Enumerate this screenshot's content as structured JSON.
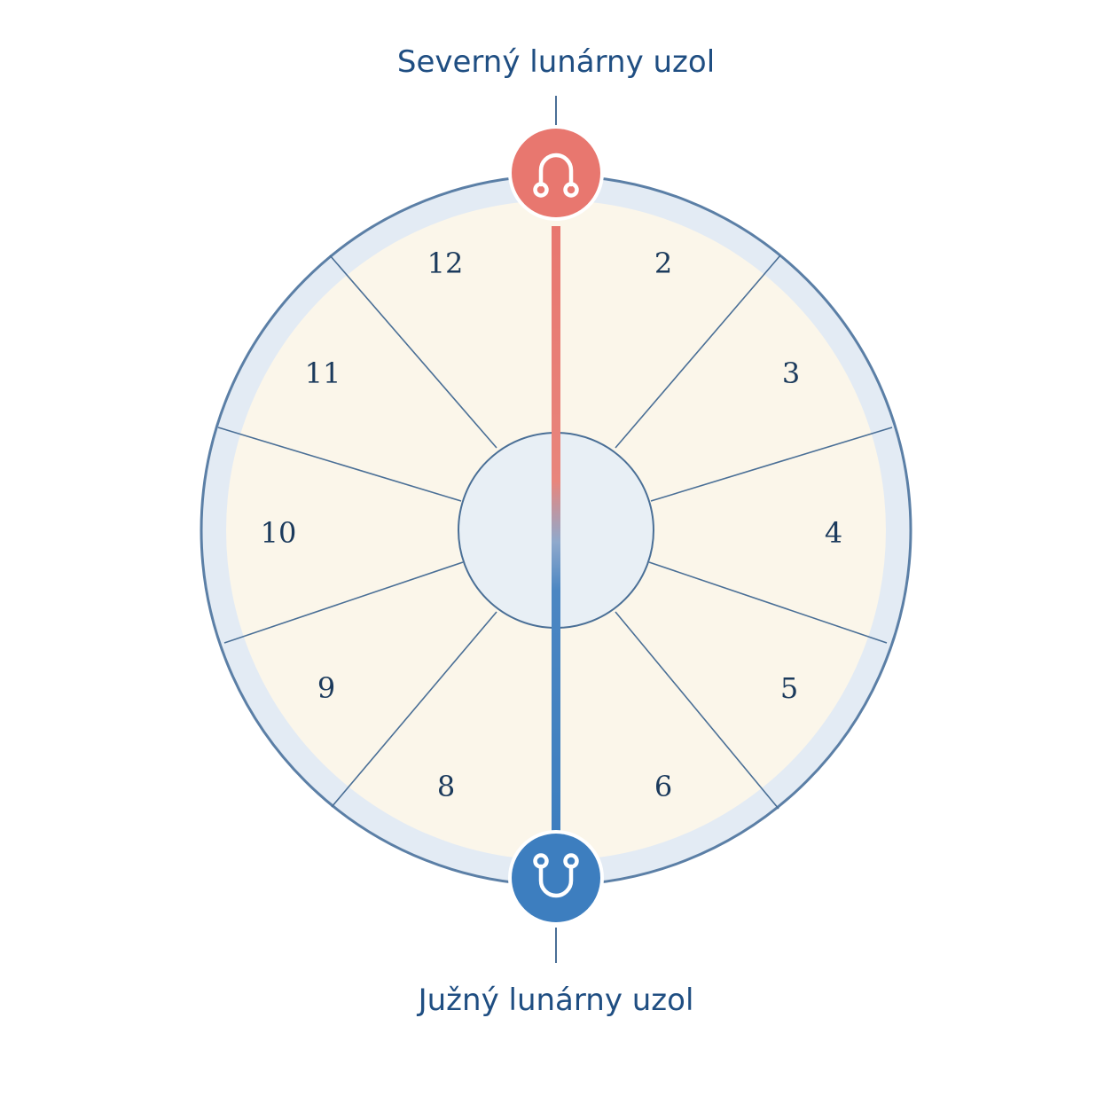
{
  "north_node": {
    "label": "Severný lunárny uzol",
    "color": "#e8776f",
    "icon": "north-node-symbol"
  },
  "south_node": {
    "label": "Južný lunárny uzol",
    "color": "#3d7ebf",
    "icon": "south-node-symbol"
  },
  "houses": [
    {
      "number": "12"
    },
    {
      "number": "2"
    },
    {
      "number": "3"
    },
    {
      "number": "4"
    },
    {
      "number": "5"
    },
    {
      "number": "6"
    },
    {
      "number": "8"
    },
    {
      "number": "9"
    },
    {
      "number": "10"
    },
    {
      "number": "11"
    }
  ],
  "colors": {
    "ring_fill": "#e3ebf4",
    "ring_stroke": "#5b7fa6",
    "sector_fill": "#fbf6ea",
    "divider": "#4a6f96",
    "center_fill": "#e8eff5"
  }
}
